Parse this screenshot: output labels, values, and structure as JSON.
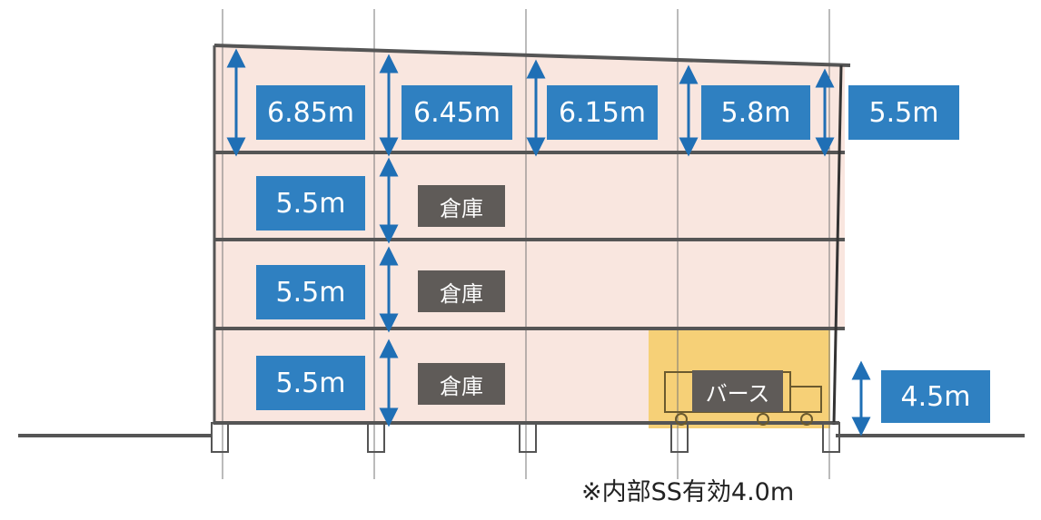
{
  "colors": {
    "floor_fill": "#f9e6df",
    "berth_fill": "#f5c85f",
    "label_bg": "#2f80c1",
    "room_bg": "#5f5b58",
    "arrow": "#1f6fb5",
    "structure": "#555555"
  },
  "roof_heights": [
    "6.85m",
    "6.45m",
    "6.15m",
    "5.8m",
    "5.5m"
  ],
  "floor_heights": [
    "5.5m",
    "5.5m",
    "5.5m"
  ],
  "rooms": [
    "倉庫",
    "倉庫",
    "倉庫"
  ],
  "berth": {
    "label": "バース",
    "height": "4.5m"
  },
  "note": "※内部SS有効4.0m"
}
